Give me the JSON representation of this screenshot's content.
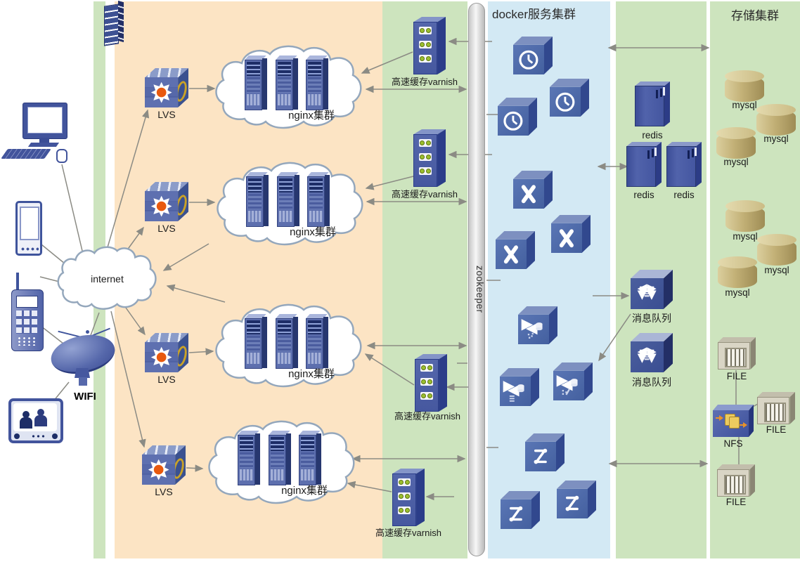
{
  "titles": {
    "docker": "docker服务集群",
    "storage": "存储集群"
  },
  "zookeeper_label": "zookeeper",
  "internet_label": "internet",
  "clients": {
    "wifi_label": "WIFI"
  },
  "lvs_nodes": [
    {
      "label": "LVS"
    },
    {
      "label": "LVS"
    },
    {
      "label": "LVS"
    },
    {
      "label": "LVS"
    }
  ],
  "nginx_clusters": [
    {
      "label": "nginx集群"
    },
    {
      "label": "nginx集群"
    },
    {
      "label": "nginx集群"
    },
    {
      "label": "nginx集群"
    }
  ],
  "varnish_nodes": [
    {
      "label": "高速缓存varnish"
    },
    {
      "label": "高速缓存varnish"
    },
    {
      "label": "高速缓存varnish"
    },
    {
      "label": "高速缓存varnish"
    }
  ],
  "redis_nodes": [
    {
      "label": "redis"
    },
    {
      "label": "redis"
    },
    {
      "label": "redis"
    }
  ],
  "mq_nodes": [
    {
      "label": "消息队列"
    },
    {
      "label": "消息队列"
    }
  ],
  "mysql_nodes": [
    {
      "label": "mysql"
    },
    {
      "label": "mysql"
    },
    {
      "label": "mysql"
    },
    {
      "label": "mysql"
    },
    {
      "label": "mysql"
    },
    {
      "label": "mysql"
    }
  ],
  "file_nodes": [
    {
      "label": "FILE"
    },
    {
      "label": "FILE"
    },
    {
      "label": "FILE"
    }
  ],
  "nfs_node": {
    "label": "NFS"
  },
  "icons": {
    "docker_row1": "clock-icon",
    "docker_row2": "content-switch-x-icon",
    "docker_row3": "storage-router-icon",
    "docker_row4": "route-z-icon",
    "lvs": "multilayer-switch-icon",
    "client_icons": [
      "desktop-computer-icon",
      "pda-icon",
      "mobile-phone-icon",
      "satellite-dish-icon",
      "tv-icon"
    ],
    "left_top": "building-icon"
  },
  "palette": {
    "peach": "#fce4c4",
    "green": "#cde4be",
    "docker_blue": "#d3e9f4",
    "cube_blue": "#4a66a6",
    "lvs_orange": "#e8590e",
    "mysql_tan": "#c2b076",
    "arrow_gray": "#8b8b84",
    "bar_gray": "#e3e3e3"
  }
}
